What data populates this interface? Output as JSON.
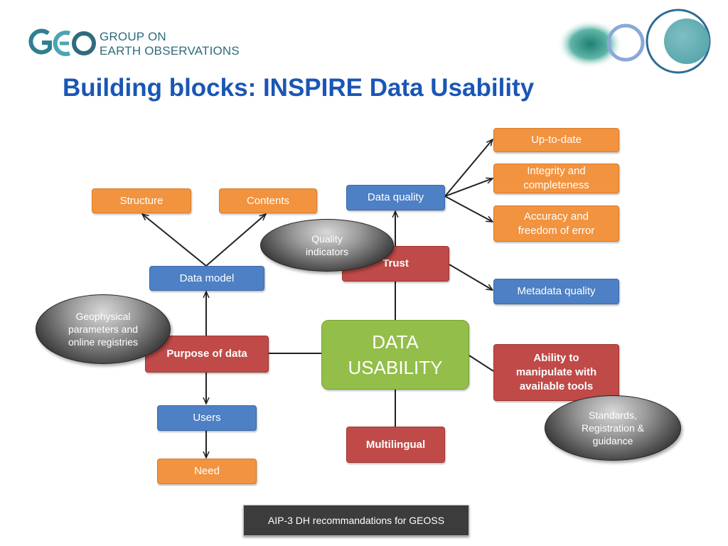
{
  "header": {
    "logo_line1": "GROUP ON",
    "logo_line2": "EARTH OBSERVATIONS",
    "title": "Building blocks: INSPIRE Data Usability"
  },
  "diagram": {
    "center": {
      "line1": "DATA",
      "line2": "USABILITY"
    },
    "nodes": {
      "structure": "Structure",
      "contents": "Contents",
      "data_model": "Data model",
      "purpose_of_data": "Purpose of data",
      "users": "Users",
      "need": "Need",
      "data_quality": "Data quality",
      "trust": "Trust",
      "up_to_date": "Up-to-date",
      "integrity_1": "Integrity and",
      "integrity_2": "completeness",
      "accuracy_1": "Accuracy and",
      "accuracy_2": "freedom of error",
      "metadata_quality": "Metadata quality",
      "ability_1": "Ability to",
      "ability_2": "manipulate with",
      "ability_3": "available tools",
      "multilingual": "Multilingual"
    },
    "callouts": {
      "quality_1": "Quality",
      "quality_2": "indicators",
      "geo_1": "Geophysical",
      "geo_2": "parameters and",
      "geo_3": "online registries",
      "std_1": "Standards,",
      "std_2": "Registration &",
      "std_3": "guidance"
    }
  },
  "footer": {
    "caption": "AIP-3 DH recommandations for GEOSS"
  },
  "colors": {
    "title": "#1a56b5",
    "orange": "#f2933f",
    "blue": "#4d80c4",
    "red": "#c04a48",
    "green": "#93be4a",
    "logo_teal": "#2f6b7c"
  }
}
